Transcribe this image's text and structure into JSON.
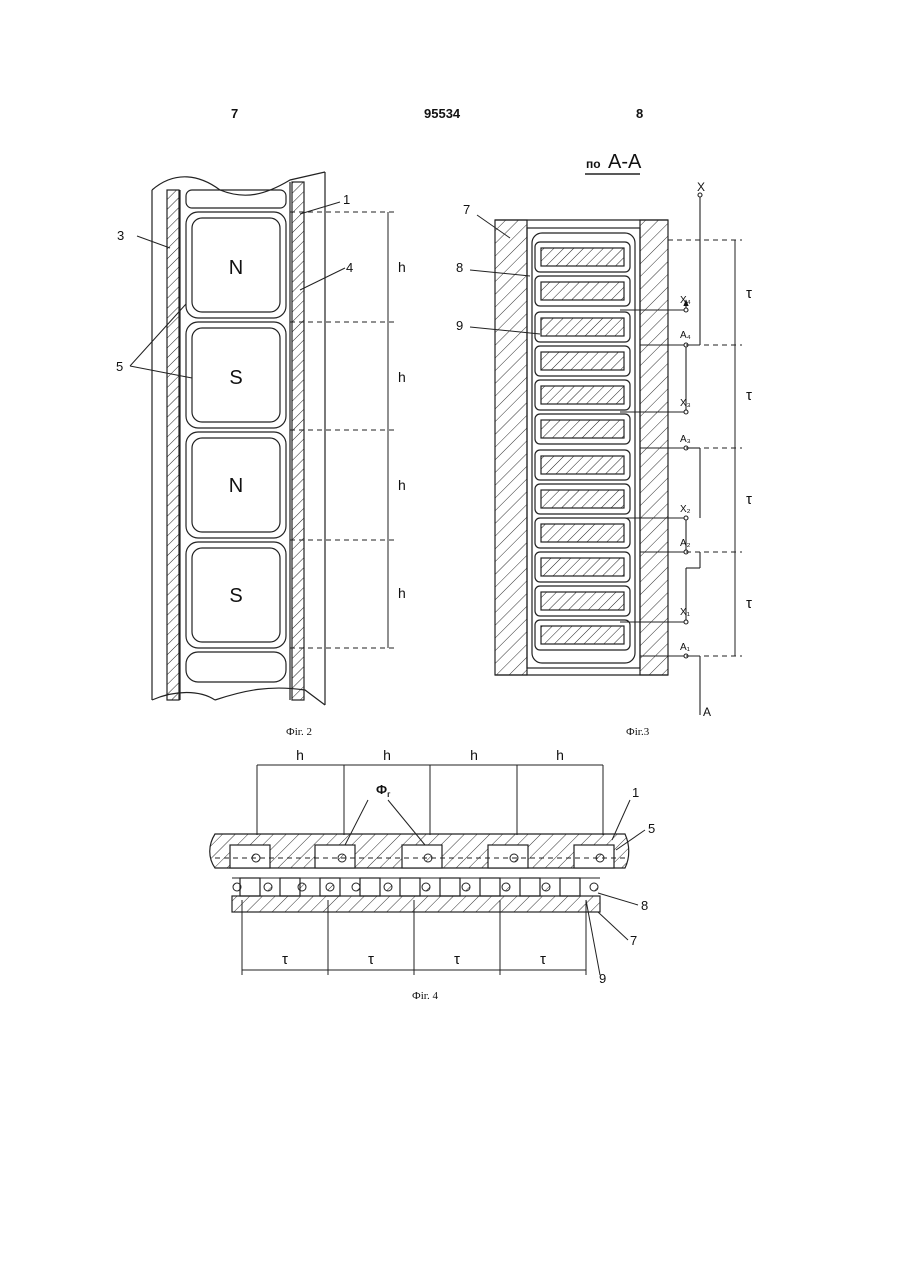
{
  "header": {
    "page_left": "7",
    "patent_number": "95534",
    "page_right": "8"
  },
  "fig2": {
    "caption": "Фіг. 2",
    "poles": [
      "N",
      "S",
      "N",
      "S"
    ],
    "pole_pitch_labels": [
      "h",
      "h",
      "h",
      "h"
    ],
    "ref_1": "1",
    "ref_3": "3",
    "ref_4": "4",
    "ref_5": "5"
  },
  "fig3": {
    "caption": "Фіг.3",
    "section_prefix": "по",
    "section_name": "А-А",
    "ref_7": "7",
    "ref_8": "8",
    "ref_9": "9",
    "terminal_top": "X",
    "terminal_bottom": "A",
    "terminals": [
      "X₄",
      "A₄",
      "X₃",
      "A₃",
      "X₂",
      "A₂",
      "X₁",
      "A₁"
    ],
    "tau_labels": [
      "τ",
      "τ",
      "τ",
      "τ"
    ]
  },
  "fig4": {
    "caption": "Фіг. 4",
    "h_labels": [
      "h",
      "h",
      "h",
      "h"
    ],
    "tau_labels": [
      "τ",
      "τ",
      "τ",
      "τ"
    ],
    "flux_label": "Ф",
    "flux_sub": "г",
    "ref_1": "1",
    "ref_5": "5",
    "ref_8": "8",
    "ref_7": "7",
    "ref_9": "9"
  }
}
